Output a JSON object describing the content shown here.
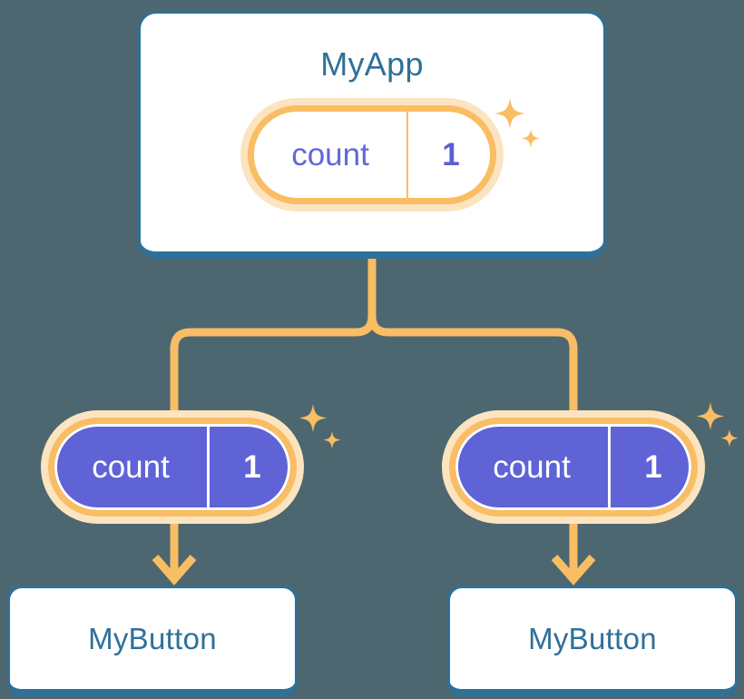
{
  "diagram": {
    "title": "MyApp",
    "background_color": "#4d6771",
    "accent_orange": "#f9bd64",
    "accent_orange_light": "#fce4c0",
    "accent_blue": "#2e7099",
    "accent_purple": "#5f63d6"
  },
  "root_card": {
    "label": "MyApp",
    "state": {
      "key": "count",
      "value": "1",
      "style": "outline"
    },
    "sparkle_icon": "sparkles-icon"
  },
  "branches": [
    {
      "state": {
        "key": "count",
        "value": "1",
        "style": "filled"
      },
      "sparkle_icon": "sparkles-icon",
      "card": {
        "label": "MyButton"
      },
      "arrow_icon": "arrow-down-icon"
    },
    {
      "state": {
        "key": "count",
        "value": "1",
        "style": "filled"
      },
      "sparkle_icon": "sparkles-icon",
      "card": {
        "label": "MyButton"
      },
      "arrow_icon": "arrow-down-icon"
    }
  ],
  "connectors": {
    "trunk_icon": "tree-split-connector",
    "arrow_icon": "arrow-down-icon"
  }
}
